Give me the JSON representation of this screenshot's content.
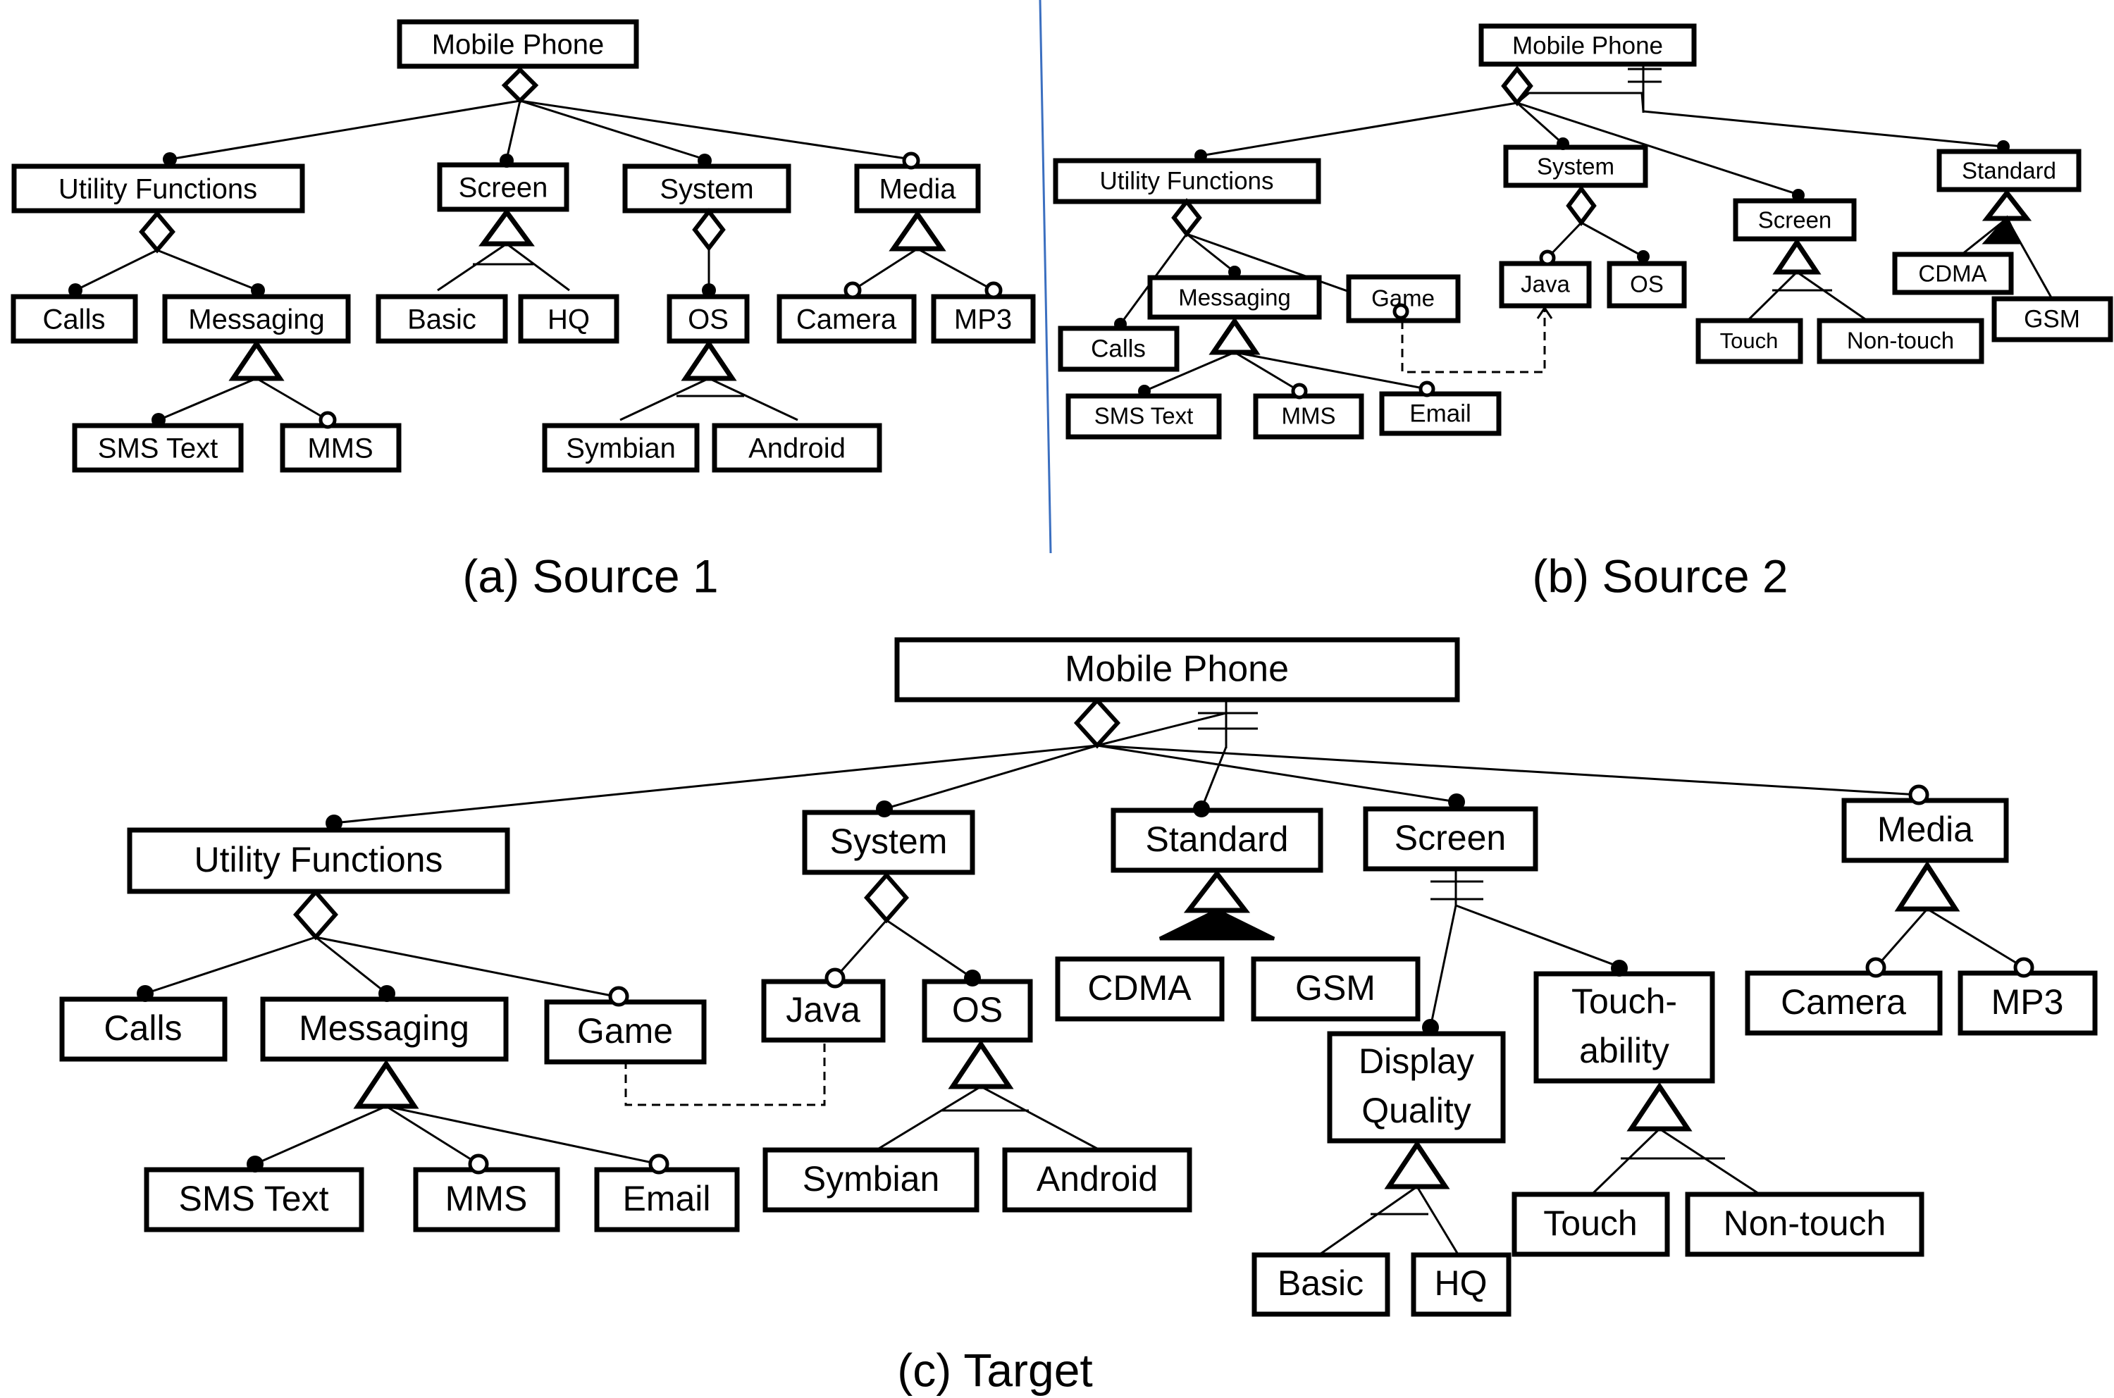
{
  "captions": {
    "a": "(a) Source 1",
    "b": "(b) Source 2",
    "c": "(c) Target"
  },
  "source1": {
    "root": "Mobile Phone",
    "utility": "Utility Functions",
    "screen": "Screen",
    "system": "System",
    "media": "Media",
    "calls": "Calls",
    "messaging": "Messaging",
    "basic": "Basic",
    "hq": "HQ",
    "os": "OS",
    "camera": "Camera",
    "mp3": "MP3",
    "sms": "SMS Text",
    "mms": "MMS",
    "symbian": "Symbian",
    "android": "Android"
  },
  "source2": {
    "root": "Mobile Phone",
    "utility": "Utility Functions",
    "system": "System",
    "screen": "Screen",
    "standard": "Standard",
    "messaging": "Messaging",
    "game": "Game",
    "java": "Java",
    "os": "OS",
    "cdma": "CDMA",
    "gsm": "GSM",
    "calls": "Calls",
    "touch": "Touch",
    "nontouch": "Non-touch",
    "sms": "SMS Text",
    "mms": "MMS",
    "email": "Email"
  },
  "target": {
    "root": "Mobile Phone",
    "utility": "Utility Functions",
    "system": "System",
    "standard": "Standard",
    "screen": "Screen",
    "media": "Media",
    "calls": "Calls",
    "messaging": "Messaging",
    "game": "Game",
    "java": "Java",
    "os": "OS",
    "cdma": "CDMA",
    "gsm": "GSM",
    "display_1": "Display",
    "display_2": "Quality",
    "touchability_1": "Touch-",
    "touchability_2": "ability",
    "camera": "Camera",
    "mp3": "MP3",
    "sms": "SMS Text",
    "mms": "MMS",
    "email": "Email",
    "symbian": "Symbian",
    "android": "Android",
    "basic": "Basic",
    "hq": "HQ",
    "touch": "Touch",
    "nontouch": "Non-touch"
  }
}
